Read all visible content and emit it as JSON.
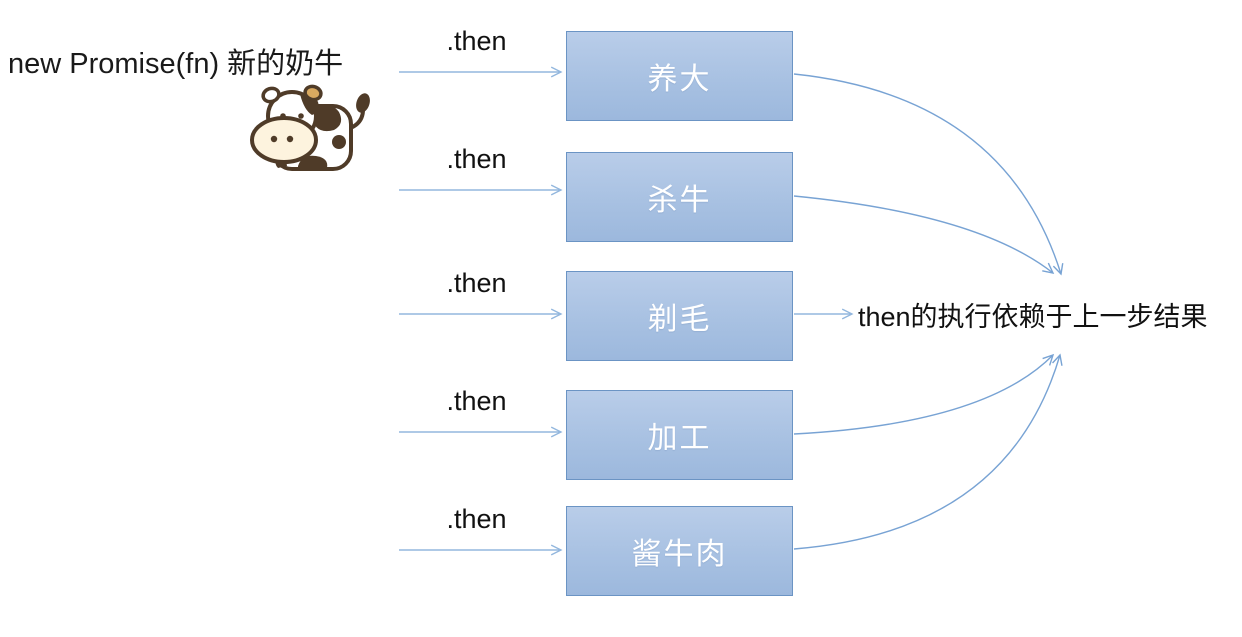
{
  "title": "new Promise(fn) 新的奶牛",
  "then_label": ".then",
  "steps": [
    {
      "label": "养大"
    },
    {
      "label": "杀牛"
    },
    {
      "label": "剃毛"
    },
    {
      "label": "加工"
    },
    {
      "label": "酱牛肉"
    }
  ],
  "annotation": "then的执行依赖于上一步结果",
  "icons": {
    "cow": "cow-cartoon-icon"
  },
  "colors": {
    "background": "#ffffff",
    "box_fill_top": "#b9cde9",
    "box_fill_bottom": "#9cb8dd",
    "box_border": "#6b94c4",
    "box_text": "#ffffff",
    "straight_arrow": "#93b7de",
    "curved_arrow": "#78a3d4",
    "text": "#111111",
    "cow_outline": "#4f3b28",
    "cow_muzzle": "#fdf3de",
    "cow_ear": "#d9a960"
  }
}
